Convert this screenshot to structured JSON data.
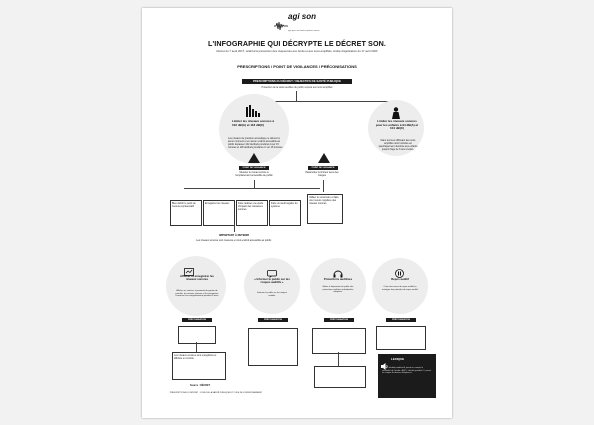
{
  "logo": {
    "name": "agi son",
    "tagline": "agir pour une bonne gestion sonore"
  },
  "title": "L'INFOGRAPHIE QUI DÉCRYPTE LE DÉCRET SON.",
  "subtitle": "Décret du 7 août 2017, relatif à la prévention des risques liés aux bruits et aux sons amplifiés. Arrêté d'application du 17 avril 2023",
  "section": "PRESCRIPTIONS / POINT DE VIGILANCES / PRÉCONISATIONS",
  "banner": "PRESCRIPTIONS DU DÉCRET / OBJECTIFS DE SANTÉ PUBLIQUE",
  "banner_sub": "Protection de la santé auditive du public exposé aux sons amplifiés",
  "left_limit": {
    "title": "Limiter les niveaux sonores à 102 dB(A) et 118 dB(C)",
    "body": "Les niveaux de pression acoustique ne doivent à aucun moment et en aucun endroit accessible au public dépasser 102 décibels pondérés A sur 15 minutes et 118 décibels pondérés C sur 15 minutes."
  },
  "right_limit": {
    "title": "Limiter les niveaux sonores pour les enfants à 94 dB(A) et 104 dB(C)",
    "body": "Dans les lieux diffusant des sons amplifiés dont l'activité est spécifiquement destinée aux enfants jusqu'à l'âge de 6 ans révolus."
  },
  "tri_left": "POINT DE VIGILANCE",
  "tri_left_label": "Mesurer le niveau sonore à l'emplacement accessible au public",
  "tri_right": "POINT DE VIGILANCE",
  "tri_right_label": "Paramétrer le limiteur avec des marges",
  "bullets": [
    "Bien définir le point de mesure représentatif",
    "Enregistrer les niveaux",
    "Faire réaliser une étude d'impact des nuisances sonores",
    "Faire un audit régulier du système"
  ],
  "right_note": "Utiliser le sonomètre et faire une mesure régulière des niveaux sonores",
  "consider": "IMPORTANT À RETENIR",
  "consider_body": "Les niveaux sonores sont mesurés en tout endroit accessible au public.",
  "cards": [
    {
      "icon": "chart",
      "title": "Afficher et enregistrer les niveaux sonores",
      "body": "Afficher en continu, à proximité du pupitre de contrôle, les niveaux sonores et les enregistrer. Conserver les enregistrements pendant 6 mois."
    },
    {
      "icon": "speech",
      "title": "« Informer le public sur les risques auditifs »",
      "body": "Informer le public sur les risques auditifs."
    },
    {
      "icon": "headphones",
      "title": "Protections auditives",
      "body": "Mettre à disposition du public des protections auditives individuelles adaptées."
    },
    {
      "icon": "pause",
      "title": "Repos auditif",
      "body": "Créer des zones de repos auditif ou ménager des périodes de repos auditif."
    }
  ],
  "tags": [
    "PRÉCONISATION",
    "PRÉCONISATION",
    "PRÉCONISATION",
    "PRÉCONISATION"
  ],
  "center_note": "Les niveaux sonores sont enregistrés et affichés en continu.",
  "bottom_source": "Source : DÉCRET",
  "bottom_legal": "PRESCRIPTIONS DU DÉCRET : CODE DE LA SANTÉ PUBLIQUE ET CODE DE L'ENVIRONNEMENT",
  "lexique": {
    "title": "LEXIQUE",
    "body": "dB(A) : décibel pondéré A, prend en compte la sensibilité de l'oreille. dB(C) : décibel pondéré C, prend en compte les basses fréquences."
  }
}
